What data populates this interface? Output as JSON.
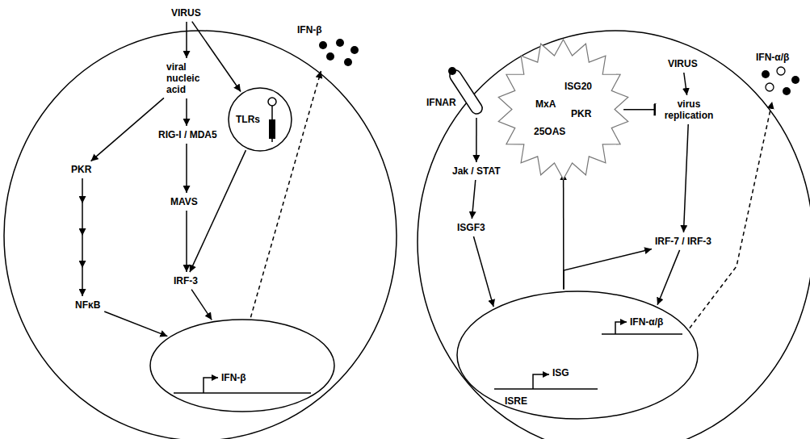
{
  "diagram": {
    "nodes": [
      {
        "text": [
          "VIRUS"
        ]
      },
      {
        "text": [
          "viral nucleic acid"
        ]
      },
      {
        "text": [
          "RIG-I / MDA5"
        ]
      },
      {
        "text": [
          "TLRs"
        ]
      },
      {
        "text": [
          "PKR"
        ]
      },
      {
        "text": [
          "MAVS"
        ]
      },
      {
        "text": [
          "IRF-3"
        ]
      },
      {
        "text": [
          "NFκB"
        ]
      },
      {
        "text": [
          "IFN-β"
        ]
      },
      {
        "text": [
          "IFN-β"
        ]
      },
      {
        "text": [
          "IFNAR"
        ]
      },
      {
        "text": [
          "VIRUS"
        ]
      },
      {
        "text": [
          "ISG20",
          "MxA",
          "PKR",
          "25OAS"
        ]
      },
      {
        "text": [
          "virus replication"
        ]
      },
      {
        "text": [
          "Jak / STAT"
        ]
      },
      {
        "text": [
          "ISGF3"
        ]
      },
      {
        "text": [
          "IRF-7 / IRF-3"
        ]
      },
      {
        "text": [
          "ISRE",
          "ISG",
          "IFN-α/β"
        ]
      },
      {
        "text": [
          "IFN-α/β"
        ]
      }
    ],
    "edges": [
      {
        "from": 0,
        "to": 1,
        "arrow": "to"
      },
      {
        "from": 0,
        "to": 3,
        "arrow": "to"
      },
      {
        "from": 1,
        "to": 4,
        "arrow": "to"
      },
      {
        "from": 1,
        "to": 2,
        "arrow": "to"
      },
      {
        "from": 2,
        "to": 5,
        "arrow": "to"
      },
      {
        "from": 5,
        "to": 6,
        "arrow": "to"
      },
      {
        "from": 3,
        "to": 6,
        "arrow": "to"
      },
      {
        "from": 4,
        "to": 7,
        "arrow": "to"
      },
      {
        "from": 7,
        "to": 8,
        "arrow": "to"
      },
      {
        "from": 6,
        "to": 8,
        "arrow": "to"
      },
      {
        "from": 8,
        "to": 9,
        "arrow": "to"
      },
      {
        "from": 10,
        "to": 14,
        "arrow": "to"
      },
      {
        "from": 14,
        "to": 15,
        "arrow": "to"
      },
      {
        "from": 15,
        "to": 17,
        "arrow": "to"
      },
      {
        "from": 17,
        "to": 12,
        "arrow": "to"
      },
      {
        "from": 17,
        "to": 16,
        "arrow": "to"
      },
      {
        "from": 11,
        "to": 13,
        "arrow": "to"
      },
      {
        "from": 12,
        "to": 13,
        "arrow": "to"
      },
      {
        "from": 13,
        "to": 16,
        "arrow": "to"
      },
      {
        "from": 16,
        "to": 17,
        "arrow": "to"
      },
      {
        "from": 17,
        "to": 18,
        "arrow": "to"
      }
    ]
  }
}
